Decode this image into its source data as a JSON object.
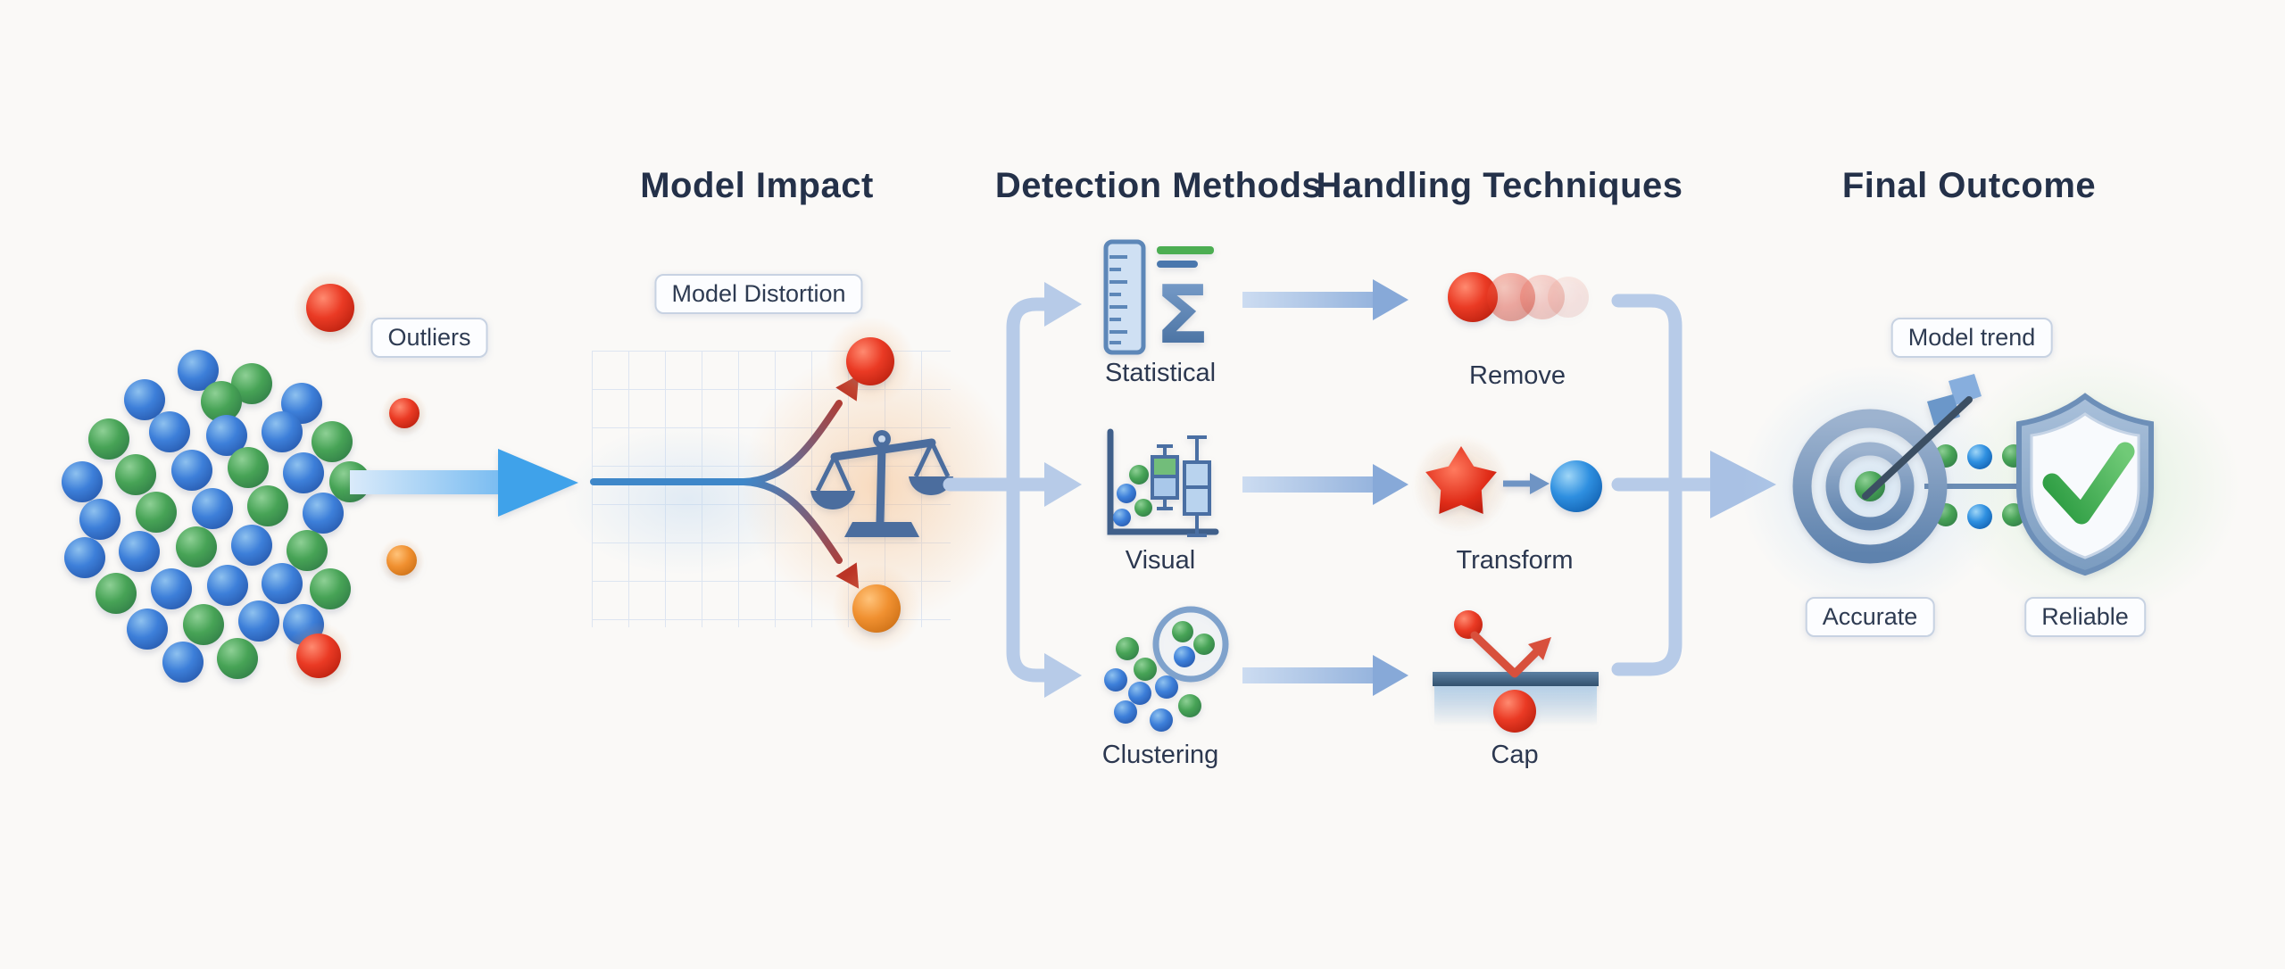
{
  "input": {
    "outliers_label": "Outliers"
  },
  "sections": {
    "model_impact": {
      "header": "Model Impact",
      "distortion_label": "Model Distortion"
    },
    "detection_methods": {
      "header": "Detection Methods",
      "items": [
        {
          "label": "Statistical"
        },
        {
          "label": "Visual"
        },
        {
          "label": "Clustering"
        }
      ]
    },
    "handling_techniques": {
      "header": "Handling Techniques",
      "items": [
        {
          "label": "Remove"
        },
        {
          "label": "Transform"
        },
        {
          "label": "Cap"
        }
      ]
    },
    "final_outcome": {
      "header": "Final Outcome",
      "trend_label": "Model trend",
      "outcome_badges": [
        {
          "label": "Accurate"
        },
        {
          "label": "Reliable"
        }
      ]
    }
  },
  "icons": {
    "model_impact": "balance-scale-icon",
    "statistical": "ruler-sigma-icon",
    "visual": "scatter-boxplot-icon",
    "clustering": "cluster-circle-icon",
    "remove": "fading-ball-icon",
    "transform": "burst-to-sphere-icon",
    "cap": "threshold-bounce-icon",
    "accurate": "target-arrow-icon",
    "reliable": "shield-check-icon"
  },
  "colors": {
    "background": "#faf9f7",
    "header_text": "#243149",
    "label_text": "#2c3850",
    "badge_border": "#c7d2e2",
    "badge_fill": "#fcfdff",
    "connector_blue": "#b7cbe8",
    "flow_arrow_blue": "#87a9d8",
    "input_arrow_blue": "#3fa2ea",
    "data_point_blue": "#3d7fd9",
    "data_point_green": "#47a356",
    "outlier_red": "#ea3a24",
    "outlier_orange": "#f09030",
    "scale_steel_blue": "#4b6d9e",
    "cap_bar": "#33526f",
    "check_green": "#3fae52",
    "shield_border": "#6d8fb8",
    "grid_line": "#dde5f1"
  }
}
